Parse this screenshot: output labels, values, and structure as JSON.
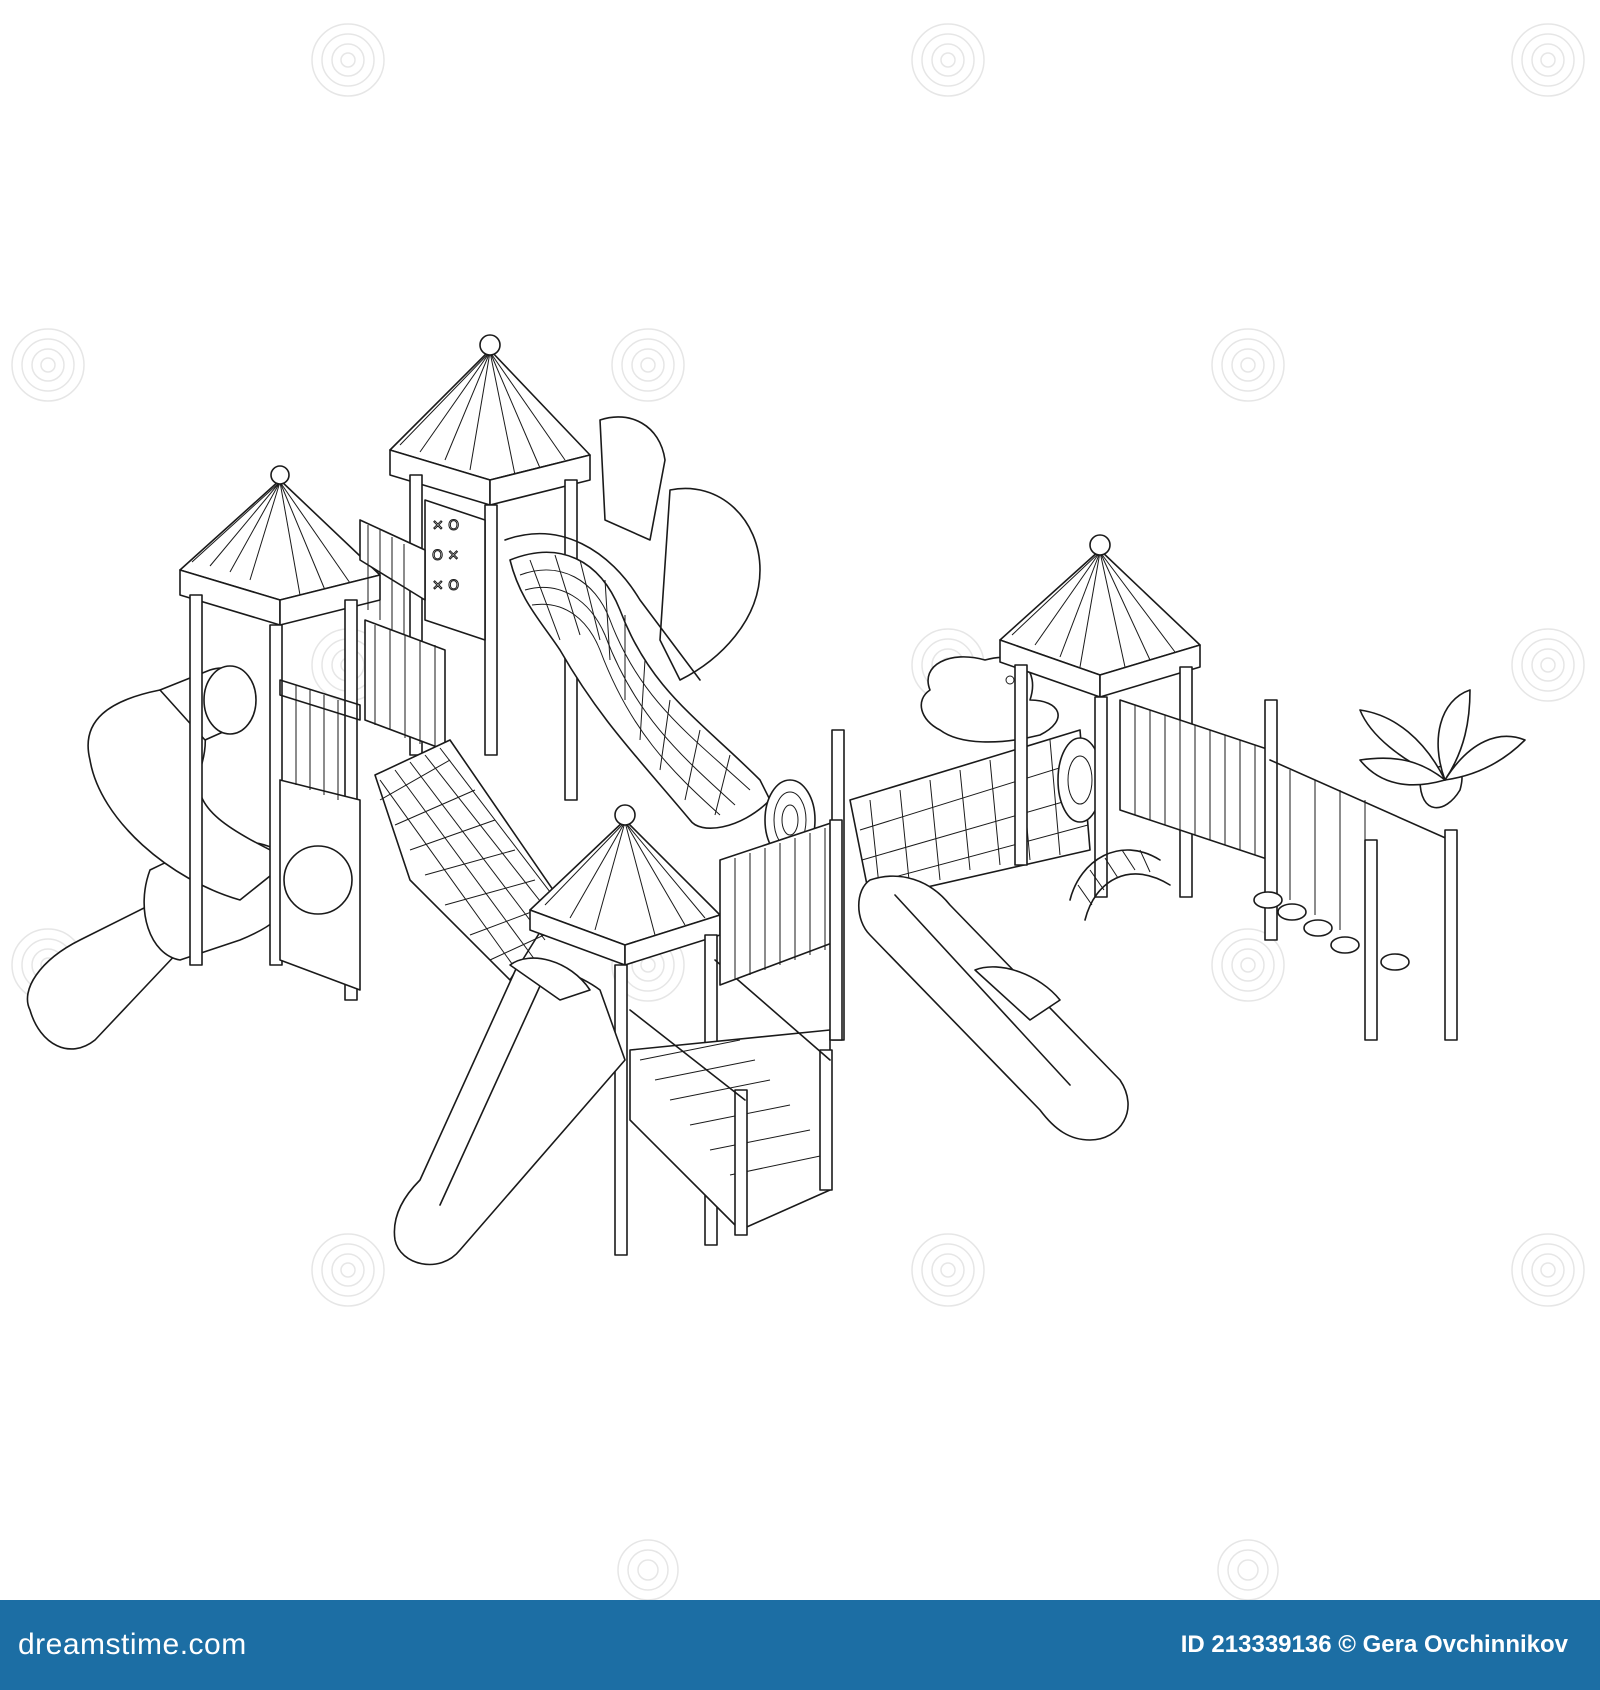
{
  "colors": {
    "footer_bg": "#1c6ea4",
    "footer_text": "#ffffff",
    "line_art": "#1a1a1a",
    "background": "#ffffff",
    "watermark": "#e6e6e6"
  },
  "image": {
    "subject": "line-art-playground",
    "watermark_icon": "spiral-icon"
  },
  "footer": {
    "brand": "dreamstime.com",
    "image_id": "ID 213339136",
    "copyright_symbol": "©",
    "author": "Gera Ovchinnikov"
  }
}
